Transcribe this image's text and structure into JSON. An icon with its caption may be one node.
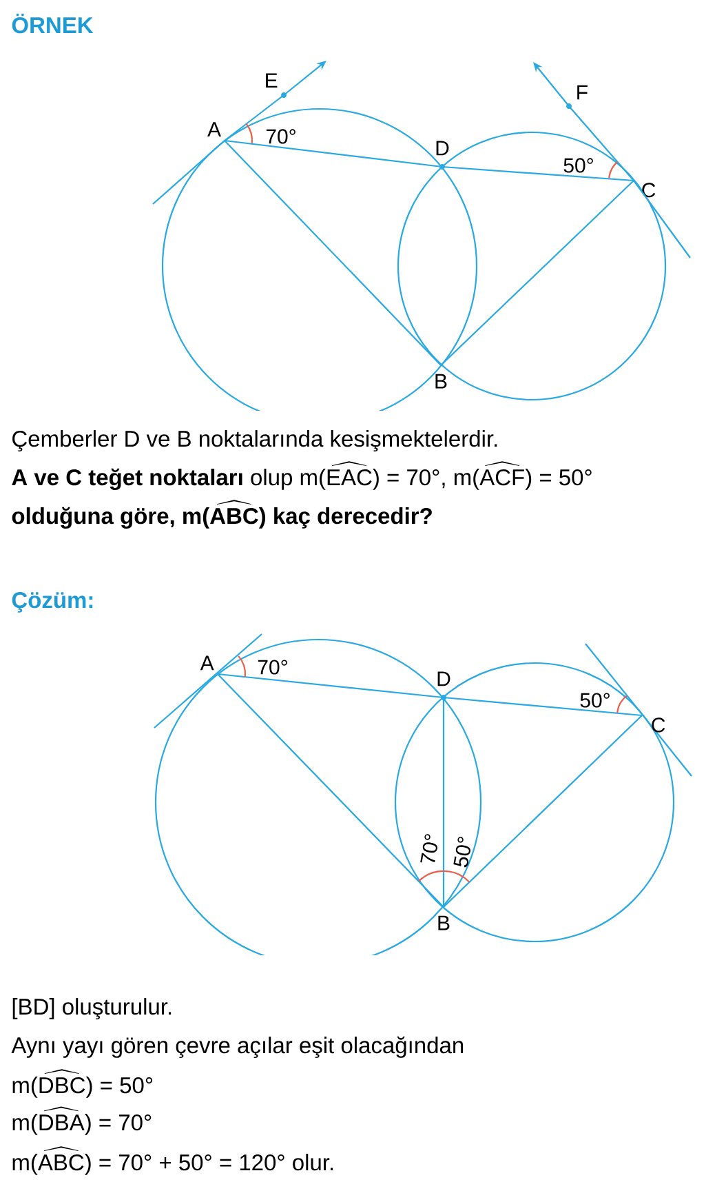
{
  "diagram": {
    "nodes": [
      {
        "text": [
          "A"
        ]
      },
      {
        "text": [
          "E"
        ]
      },
      {
        "text": [
          "D"
        ]
      },
      {
        "text": [
          "F"
        ]
      },
      {
        "text": [
          "C"
        ]
      },
      {
        "text": [
          "B"
        ]
      },
      {
        "text": [
          "A"
        ]
      },
      {
        "text": [
          "D"
        ]
      },
      {
        "text": [
          "C"
        ]
      },
      {
        "text": [
          "B"
        ]
      }
    ],
    "edges": [
      {
        "from": 0,
        "to": 1,
        "arrow": "to"
      },
      {
        "from": 0,
        "to": 2,
        "arrow": "none"
      },
      {
        "from": 2,
        "to": 4,
        "arrow": "none"
      },
      {
        "from": 0,
        "to": 5,
        "arrow": "none"
      },
      {
        "from": 4,
        "to": 5,
        "arrow": "none"
      },
      {
        "from": 4,
        "to": 3,
        "arrow": "to"
      },
      {
        "from": 6,
        "to": 7,
        "arrow": "none"
      },
      {
        "from": 7,
        "to": 8,
        "arrow": "none"
      },
      {
        "from": 6,
        "to": 9,
        "arrow": "none"
      },
      {
        "from": 8,
        "to": 9,
        "arrow": "none"
      },
      {
        "from": 7,
        "to": 9,
        "arrow": "none"
      }
    ],
    "labels": [
      "ÖRNEK",
      "70°",
      "50°",
      "Çemberler D ve B noktalarında kesişmektelerdir.",
      "**A ve C teğet noktaları** olup",
      "\\text{m(}\\widehat{\\text{EAC}}\\text{) = 70°,}",
      "\\text{m(}\\widehat{\\text{ACF}}\\text{) = 50°}",
      "olduğuna göre,",
      "\\text{m(}\\widehat{\\text{ABC}}\\text{)}",
      "kaç derecedir?",
      "Çözüm:",
      "70°",
      "50°",
      "70°",
      "50°",
      "[BD] oluşturulur.",
      "Aynı yayı gören çevre açılar eşit olacağından",
      "\\text{m(}\\widehat{\\text{DBC}}\\text{) = 50°}",
      "\\text{m(}\\widehat{\\text{DBA}}\\text{) = 70°}",
      "\\text{m(}\\widehat{\\text{ABC}}\\text{) = 70° + 50° = 120°}",
      "olur."
    ]
  }
}
